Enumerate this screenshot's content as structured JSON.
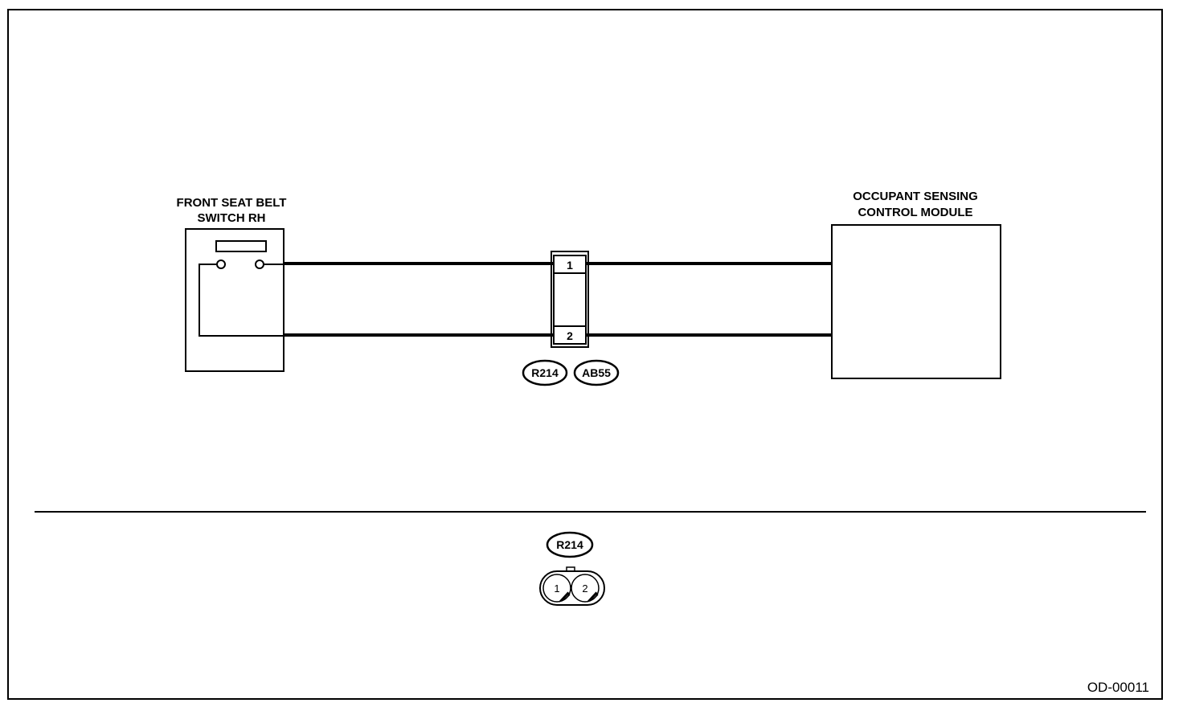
{
  "diagram": {
    "switch": {
      "label_line1": "FRONT SEAT BELT",
      "label_line2": "SWITCH RH"
    },
    "module": {
      "label_line1": "OCCUPANT SENSING",
      "label_line2": "CONTROL MODULE"
    },
    "connector": {
      "pin1": "1",
      "pin2": "2",
      "codes": [
        "R214",
        "AB55"
      ]
    },
    "connector_detail": {
      "code": "R214",
      "pin1": "1",
      "pin2": "2"
    },
    "figure_id": "OD-00011"
  }
}
